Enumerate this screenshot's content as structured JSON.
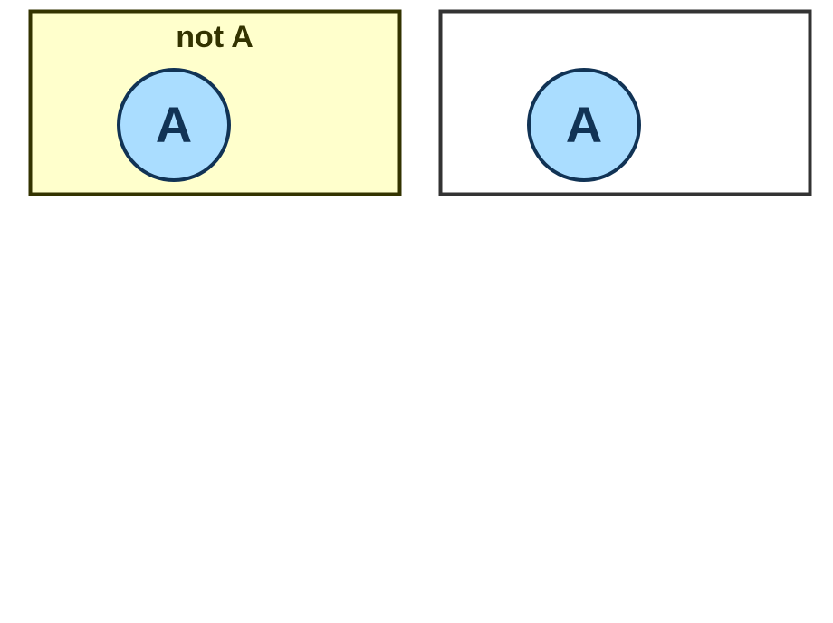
{
  "panels": [
    {
      "title": "not A",
      "set_label": "A",
      "fill": "#ffffcc",
      "border": "#333300",
      "title_color": "#333300"
    },
    {
      "title": "",
      "set_label": "A",
      "fill": "#ffffff",
      "border": "#333333",
      "title_color": "#333333"
    }
  ],
  "circle": {
    "fill": "#aaddff",
    "border": "#113355",
    "label_color": "#113355"
  }
}
